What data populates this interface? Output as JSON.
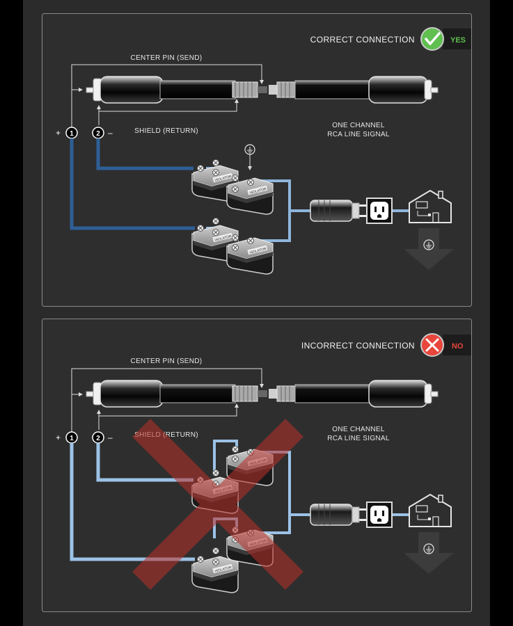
{
  "panels": [
    {
      "status_label": "CORRECT CONNECTION",
      "badge_text": "YES",
      "badge_color": "#5fbf4f",
      "center_pin_label": "CENTER PIN (SEND)",
      "shield_label": "SHIELD (RETURN)",
      "plus": "+",
      "minus": "–",
      "pin1": "1",
      "pin2": "2",
      "channel_line1": "ONE CHANNEL",
      "channel_line2": "RCA LINE SIGNAL"
    },
    {
      "status_label": "INCORRECT CONNECTION",
      "badge_text": "NO",
      "badge_color": "#e8453c",
      "center_pin_label": "CENTER PIN (SEND)",
      "shield_label": "SHIELD (RETURN)",
      "plus": "+",
      "minus": "–",
      "pin1": "1",
      "pin2": "2",
      "channel_line1": "ONE CHANNEL",
      "channel_line2": "RCA LINE SIGNAL"
    }
  ],
  "colors": {
    "background": "#2b2b2b",
    "wire_correct": "#2e5f96",
    "wire_light": "#8fb6dc",
    "wire_incorrect": "#9cc2e6",
    "cross": "#b8302a"
  },
  "icons": [
    "check-icon",
    "x-icon",
    "ground-icon",
    "power-plug-icon",
    "outlet-icon",
    "house-icon",
    "rca-cable-icon",
    "isolator-module-icon"
  ]
}
